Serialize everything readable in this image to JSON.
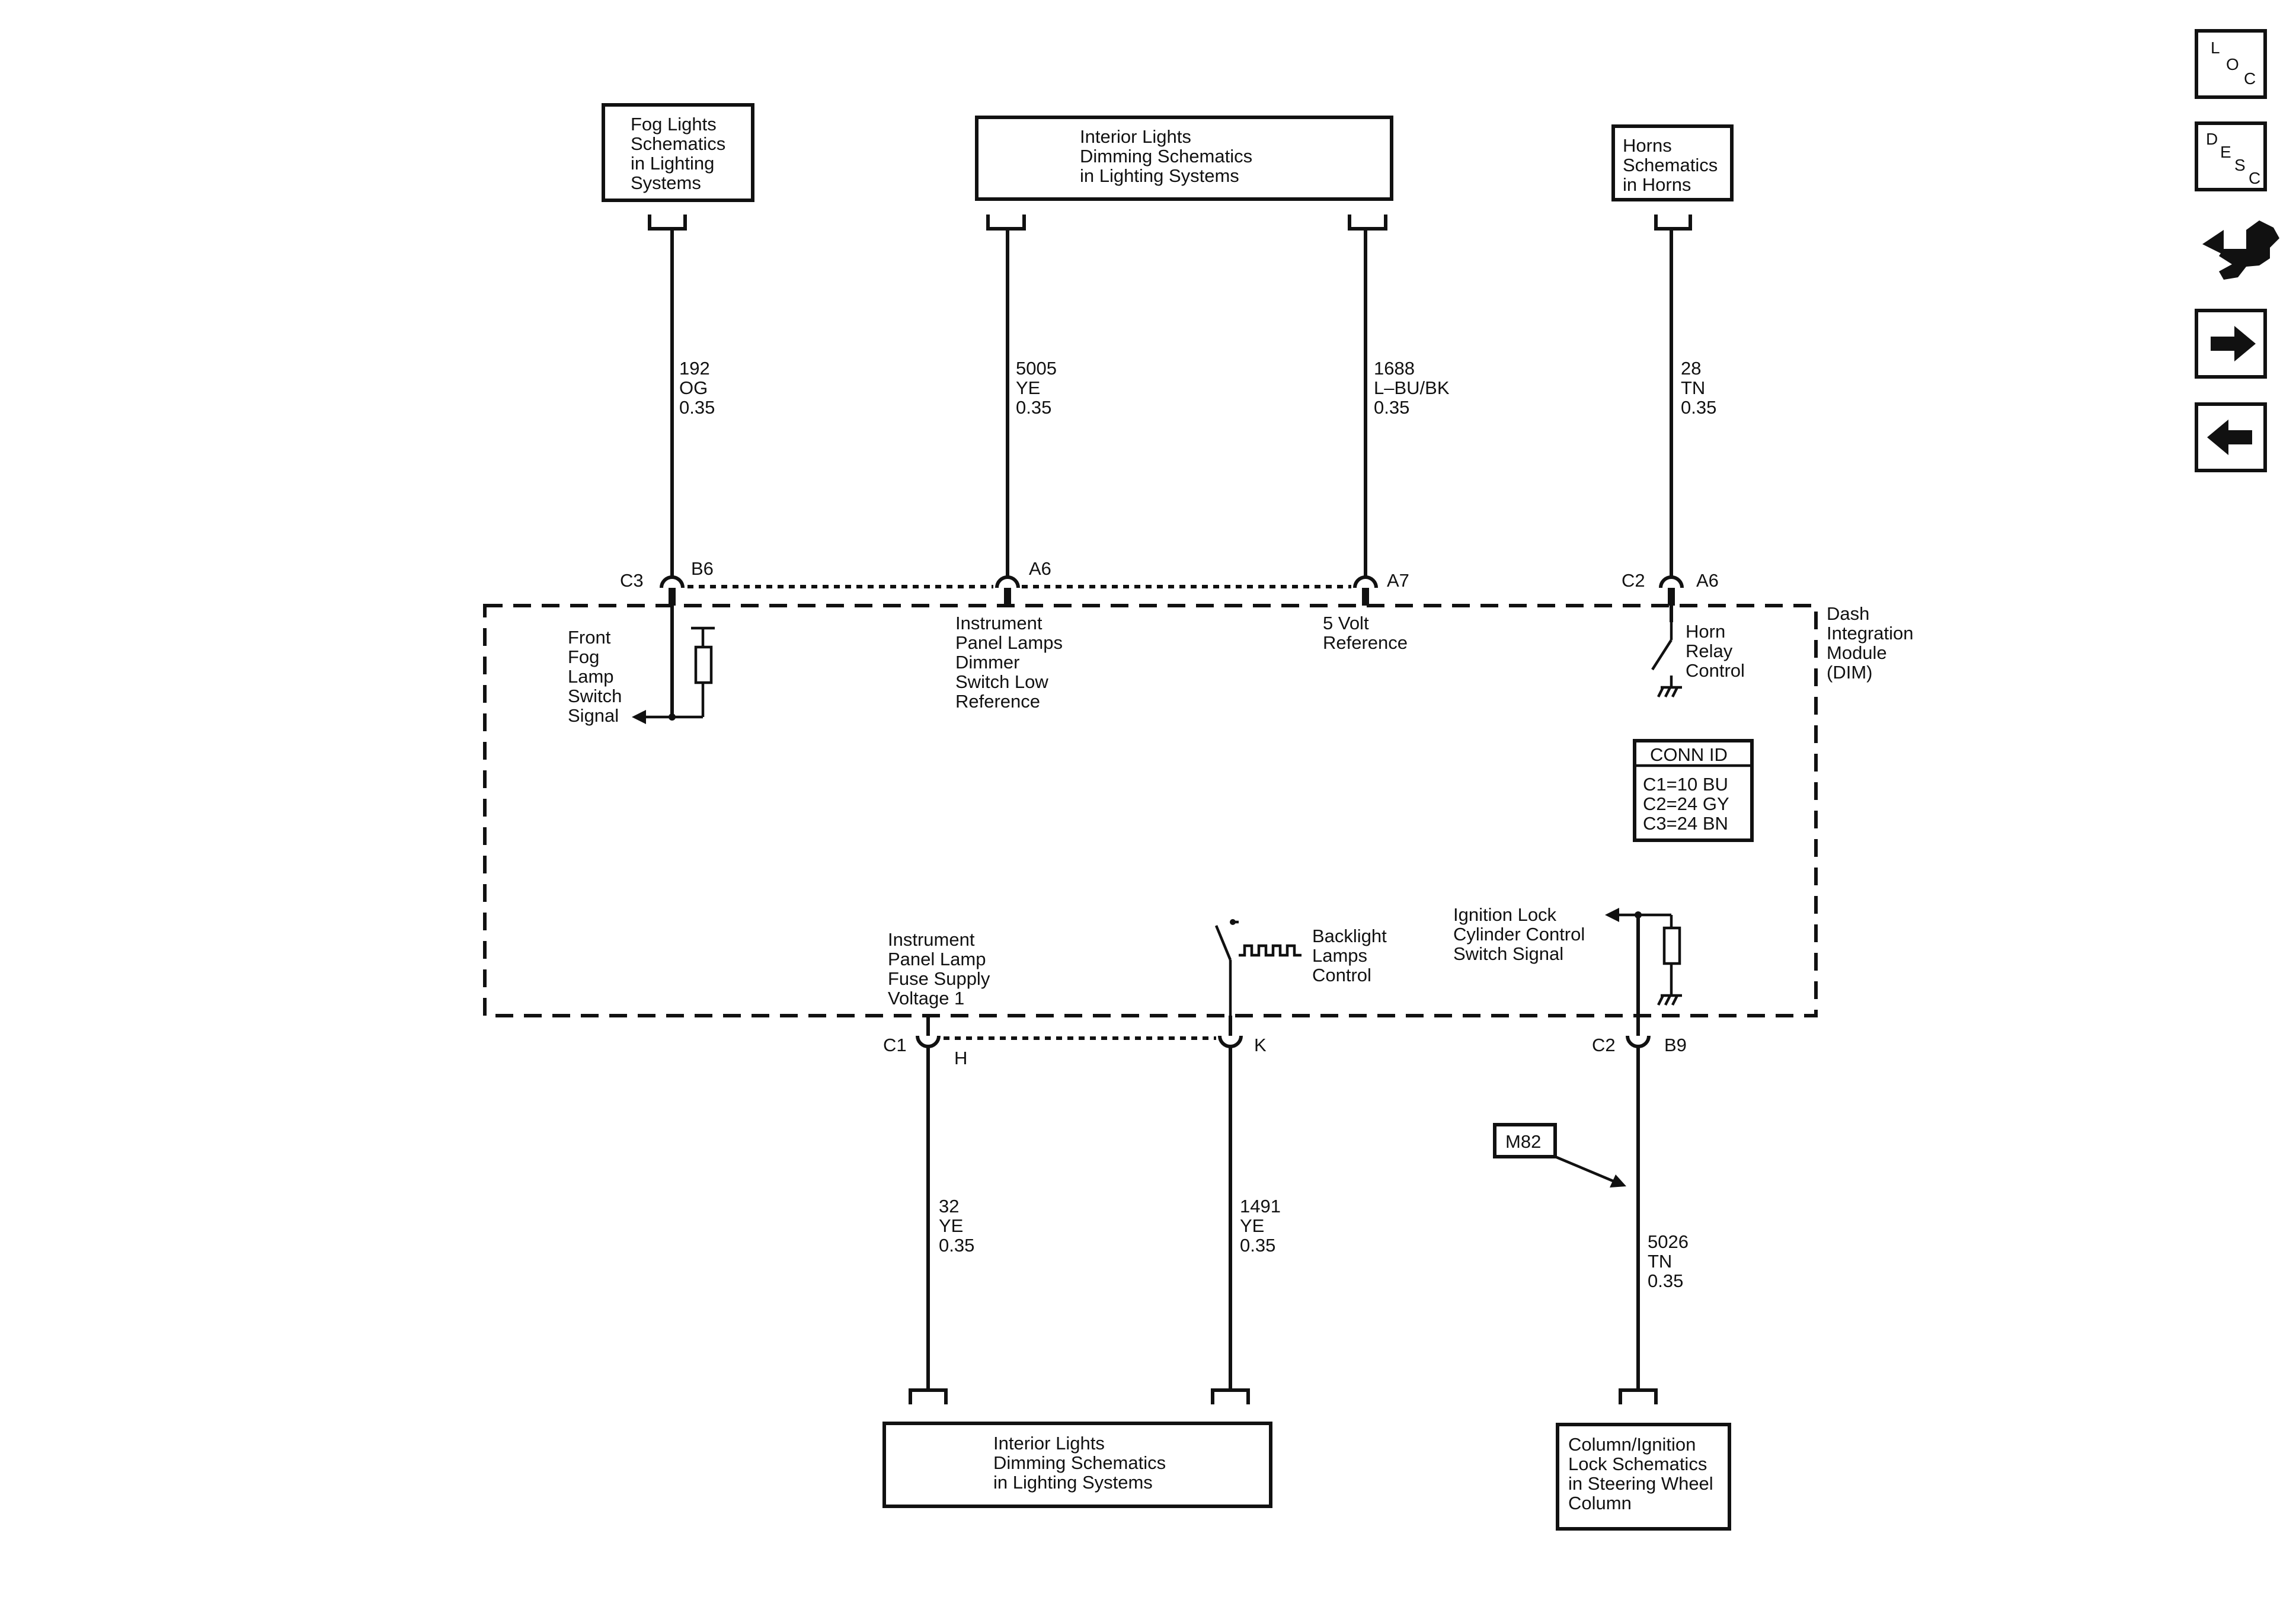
{
  "ref_boxes": {
    "fog_lights": [
      "Fog Lights",
      "Schematics",
      "in Lighting",
      "Systems"
    ],
    "interior_top": [
      "Interior Lights",
      "Dimming Schematics",
      "in Lighting Systems"
    ],
    "horns": [
      "Horns",
      "Schematics",
      "in Horns"
    ],
    "interior_bottom": [
      "Interior Lights",
      "Dimming Schematics",
      "in Lighting Systems"
    ],
    "column_lock": [
      "Column/Ignition",
      "Lock Schematics",
      "in Steering Wheel",
      "Column"
    ]
  },
  "wires": {
    "w192": [
      "192",
      "OG",
      "0.35"
    ],
    "w5005": [
      "5005",
      "YE",
      "0.35"
    ],
    "w1688": [
      "1688",
      "L–BU/BK",
      "0.35"
    ],
    "w28": [
      "28",
      "TN",
      "0.35"
    ],
    "w32": [
      "32",
      "YE",
      "0.35"
    ],
    "w1491": [
      "1491",
      "YE",
      "0.35"
    ],
    "w5026": [
      "5026",
      "TN",
      "0.35"
    ]
  },
  "connectors": {
    "c3": "C3",
    "b6": "B6",
    "a6_top": "A6",
    "a7": "A7",
    "c2_top": "C2",
    "a6_right": "A6",
    "c1": "C1",
    "h": "H",
    "k": "K",
    "c2_bottom": "C2",
    "b9": "B9"
  },
  "module": {
    "name": [
      "Dash",
      "Integration",
      "Module",
      "(DIM)"
    ],
    "conn_id_title": "CONN ID",
    "conn_ids": [
      "C1=10 BU",
      "C2=24 GY",
      "C3=24 BN"
    ]
  },
  "circuits": {
    "fog_switch": [
      "Front",
      "Fog",
      "Lamp",
      "Switch",
      "Signal"
    ],
    "ip_dimmer": [
      "Instrument",
      "Panel Lamps",
      "Dimmer",
      "Switch Low",
      "Reference"
    ],
    "five_volt": [
      "5 Volt",
      "Reference"
    ],
    "horn_relay": [
      "Horn",
      "Relay",
      "Control"
    ],
    "ip_fuse": [
      "Instrument",
      "Panel Lamp",
      "Fuse Supply",
      "Voltage 1"
    ],
    "backlight": [
      "Backlight",
      "Lamps",
      "Control"
    ],
    "ign_lock": [
      "Ignition Lock",
      "Cylinder Control",
      "Switch Signal"
    ]
  },
  "splice": "M82",
  "nav": {
    "loc": [
      "L",
      "O",
      "C"
    ],
    "desc": [
      "D",
      "E",
      "S",
      "C"
    ]
  }
}
